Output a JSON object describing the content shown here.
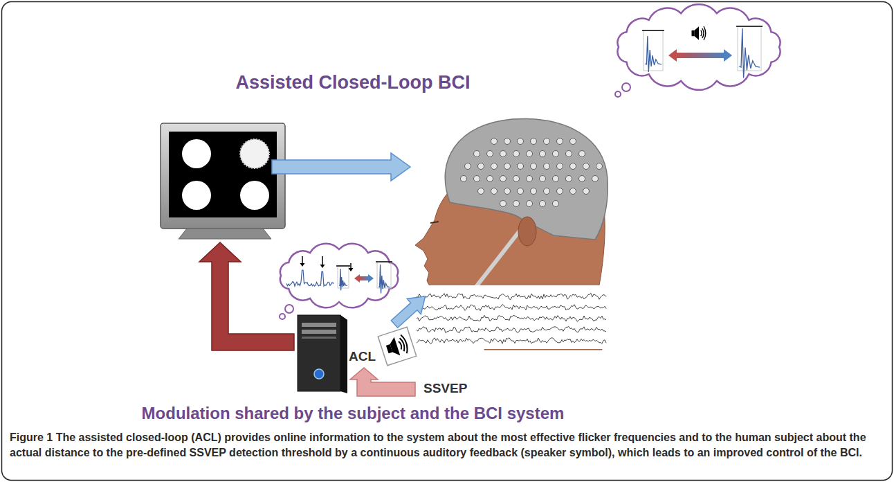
{
  "diagram": {
    "title": "Assisted Closed-Loop BCI",
    "caption": "Figure 1 The assisted closed-loop (ACL) provides online information to the system about the most effective flicker frequencies and to the human subject about the actual distance to the pre-defined SSVEP detection threshold by a continuous auditory feedback (speaker symbol), which leads to an improved control of the BCI.",
    "labels": [
      "Modulation shared by the subject and the BCI system",
      "ACL",
      "SSVEP"
    ]
  }
}
